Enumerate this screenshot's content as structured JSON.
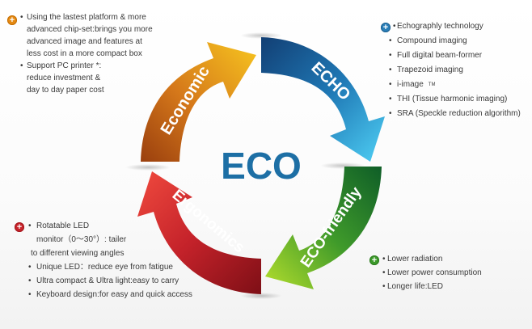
{
  "center_label": "ECO",
  "arrows": {
    "economic": {
      "label": "Economic",
      "color_light": "#f4b81c",
      "color_dark": "#a64a10"
    },
    "echo": {
      "label": "ECHO",
      "color_light": "#46c6f0",
      "color_dark": "#164f86"
    },
    "eco_friendly": {
      "label": "ECO-friendly",
      "color_light": "#a8d82a",
      "color_dark": "#136b2a"
    },
    "ergonomics": {
      "label": "Ergonomics",
      "color_light": "#e8403a",
      "color_dark": "#8a1018"
    }
  },
  "panels": {
    "economic": {
      "icon": "plus-icon",
      "items": [
        "Using the lastest platform & more",
        "advanced chip-set:brings you more",
        "advanced image and features at",
        "less cost in a more compact box",
        "Support PC printer *:",
        "reduce investment &",
        "day to day paper cost"
      ]
    },
    "echo": {
      "icon": "plus-icon",
      "title": "Echographly technology",
      "items": [
        "Compound imaging",
        "Full digital beam-former",
        "Trapezoid imaging",
        "i-image",
        "THI (Tissue harmonic imaging)",
        "SRA (Speckle reduction algorithm)"
      ],
      "tm": "TM"
    },
    "ergonomics": {
      "icon": "plus-icon",
      "items": [
        "Rotatable LED",
        "monitor（0～30°）: tailer",
        "to different viewing angles",
        "Unique LED：reduce eye from fatigue",
        "Ultra compact & Ultra light:easy to carry",
        "Keyboard design:for easy and quick access"
      ]
    },
    "eco_friendly": {
      "icon": "plus-icon",
      "items": [
        "Lower radiation",
        "Lower power consumption",
        "Longer life:LED"
      ]
    }
  },
  "colors": {
    "center_text": "#1d6fa5",
    "text": "#3a3a3a"
  }
}
